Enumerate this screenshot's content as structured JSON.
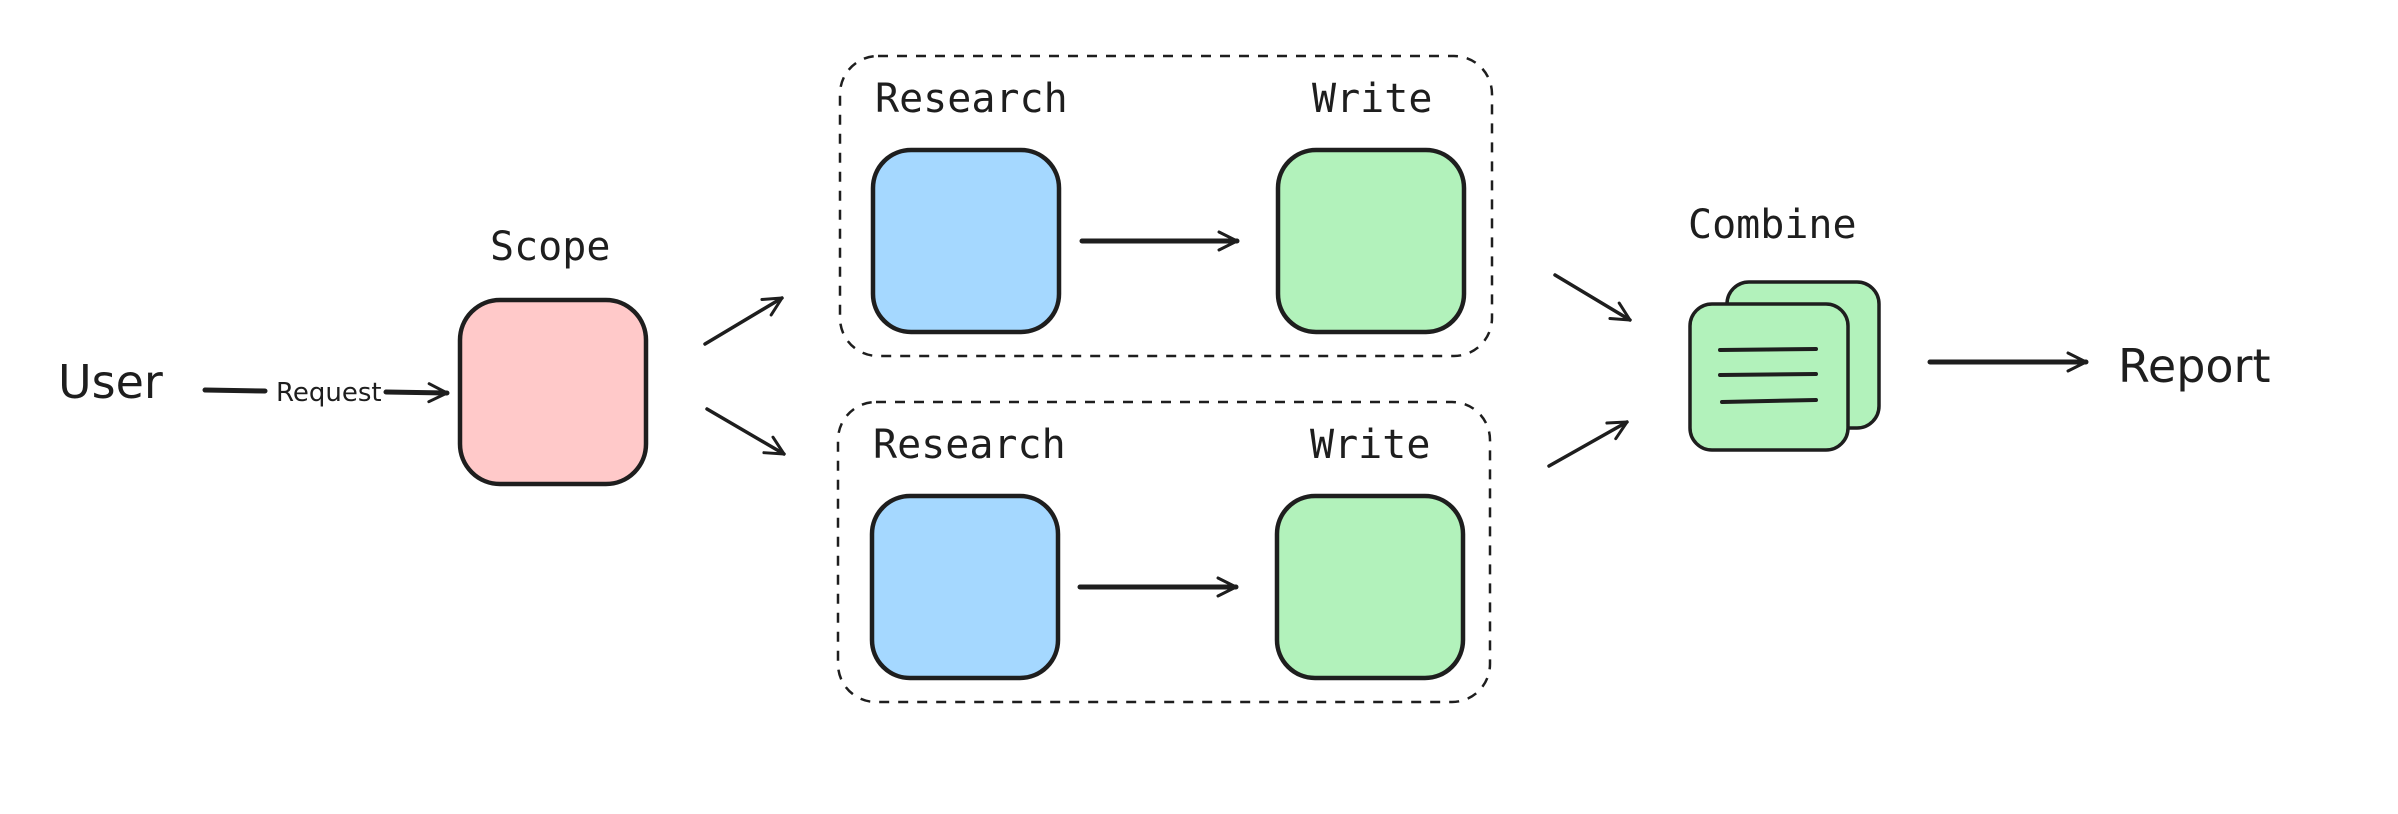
{
  "nodes": {
    "user": {
      "label": "User"
    },
    "request": {
      "label": "Request"
    },
    "scope": {
      "label": "Scope",
      "color": "#ffc9c9"
    },
    "branch_top": {
      "research_label": "Research",
      "write_label": "Write"
    },
    "branch_bottom": {
      "research_label": "Research",
      "write_label": "Write"
    },
    "combine": {
      "label": "Combine",
      "color": "#b2f2bb"
    },
    "report": {
      "label": "Report"
    }
  },
  "colors": {
    "scope_fill": "#ffc9c9",
    "research_fill": "#a5d8ff",
    "write_fill": "#b2f2bb",
    "combine_fill": "#b2f2bb",
    "stroke": "#1e1e1e"
  },
  "icons": {
    "combine": "stacked-documents-icon"
  }
}
